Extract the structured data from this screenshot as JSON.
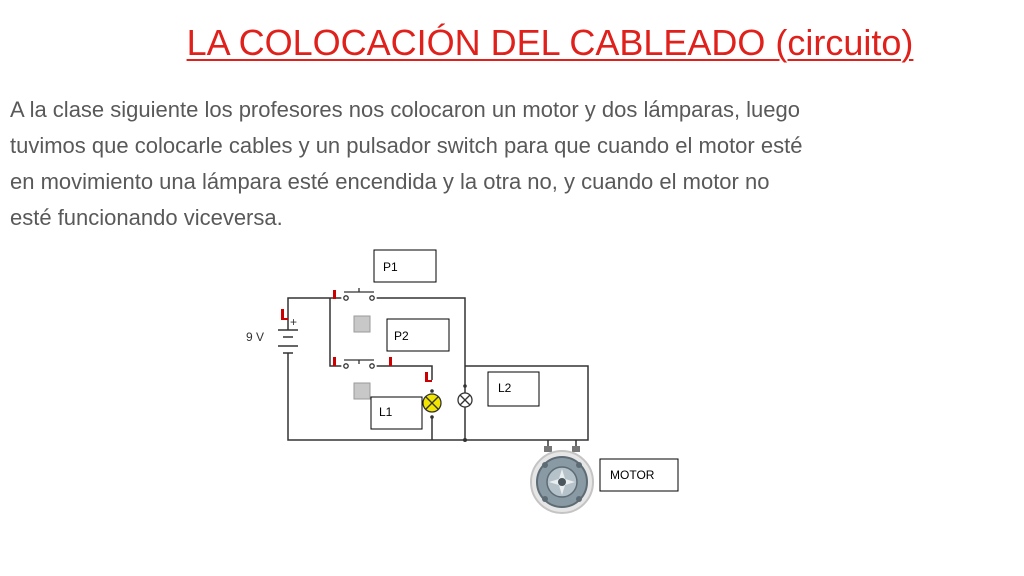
{
  "slide": {
    "title": "LA COLOCACIÓN DEL CABLEADO (circuito)",
    "paragraph_lines": [
      "A la clase siguiente los profesores nos colocaron un motor y dos lámparas, luego",
      "tuvimos que colocarle cables y un pulsador switch para que cuando el motor esté",
      "en movimiento una lámpara esté encendida y la otra no, y cuando el motor no",
      "esté funcionando viceversa."
    ]
  },
  "circuit": {
    "battery_label": "9 V",
    "labels": {
      "p1": "P1",
      "p2": "P2",
      "l1": "L1",
      "l2": "L2",
      "motor": "MOTOR"
    },
    "colors": {
      "wire": "#333333",
      "marker": "#cc0000",
      "lamp_on": "#f2e600",
      "lamp_off": "#ffffff",
      "motor_body": "#8a9aa4"
    }
  }
}
